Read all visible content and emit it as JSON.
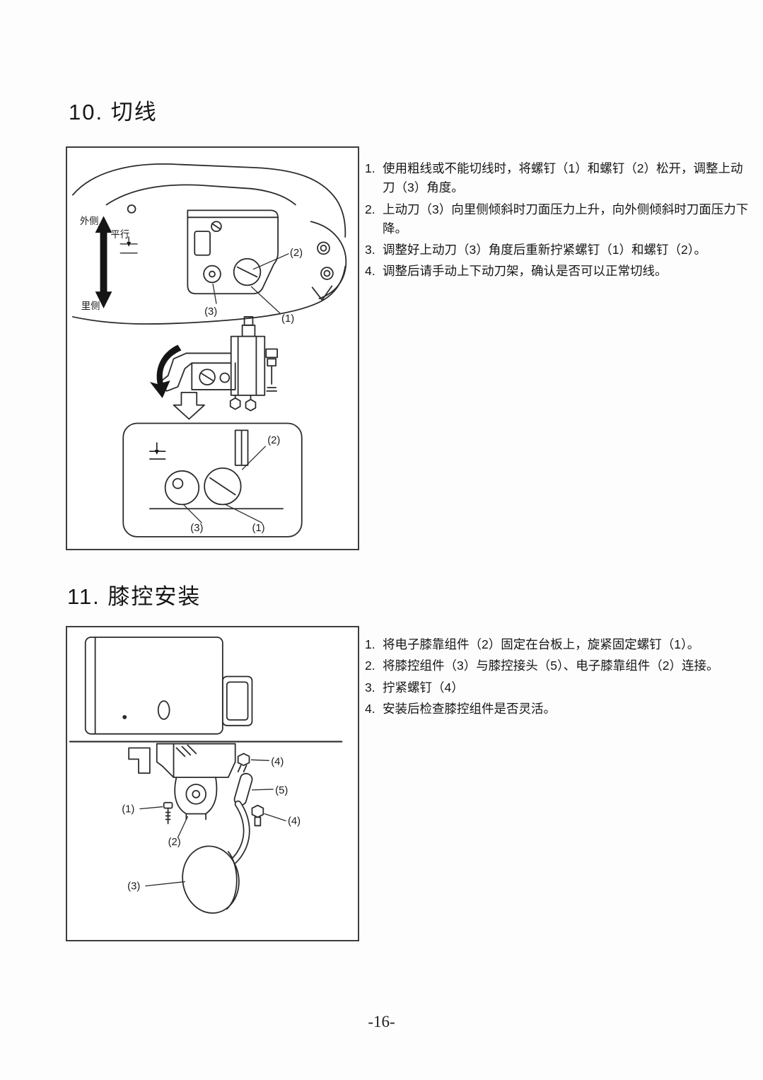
{
  "page": {
    "number": "-16-"
  },
  "s10": {
    "title": "10. 切线",
    "items": [
      {
        "n": "1.",
        "t": "使用粗线或不能切线时，将螺钉（1）和螺钉（2）松开，调整上动刀（3）角度。"
      },
      {
        "n": "2.",
        "t": "上动刀（3）向里侧倾斜时刀面压力上升，向外侧倾斜时刀面压力下降。"
      },
      {
        "n": "3.",
        "t": "调整好上动刀（3）角度后重新拧紧螺钉（1）和螺钉（2）。"
      },
      {
        "n": "4.",
        "t": "调整后请手动上下动刀架，确认是否可以正常切线。"
      }
    ],
    "labels": {
      "outer": "外侧",
      "parallel": "平行",
      "inner": "里侧",
      "p1": "(1)",
      "p2": "(2)",
      "p3": "(3)",
      "i1": "(1)",
      "i2": "(2)",
      "i3": "(3)"
    }
  },
  "s11": {
    "title": "11. 膝控安装",
    "items": [
      {
        "n": "1.",
        "t": "将电子膝靠组件（2）固定在台板上，旋紧固定螺钉（1）。"
      },
      {
        "n": "2.",
        "t": "将膝控组件（3）与膝控接头（5）、电子膝靠组件（2）连接。"
      },
      {
        "n": "3.",
        "t": "拧紧螺钉（4）"
      },
      {
        "n": "4.",
        "t": "安装后检查膝控组件是否灵活。"
      }
    ],
    "labels": {
      "p1": "(1)",
      "p2": "(2)",
      "p3": "(3)",
      "p4a": "(4)",
      "p4b": "(4)",
      "p5": "(5)"
    }
  }
}
